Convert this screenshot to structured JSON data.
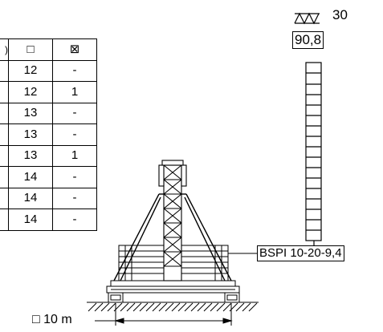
{
  "table": {
    "header": {
      "first": ")",
      "sections_icon": "□",
      "ballast_icon": "⊠"
    },
    "rows": [
      {
        "sections": "12",
        "ballast": "-"
      },
      {
        "sections": "12",
        "ballast": "1"
      },
      {
        "sections": "13",
        "ballast": "-"
      },
      {
        "sections": "13",
        "ballast": "-"
      },
      {
        "sections": "13",
        "ballast": "1"
      },
      {
        "sections": "14",
        "ballast": "-"
      },
      {
        "sections": "14",
        "ballast": "-"
      },
      {
        "sections": "14",
        "ballast": "-"
      }
    ]
  },
  "tower": {
    "jib_value": "30",
    "height": "90,8",
    "base_label": "BSPI 10-20-9,4",
    "dimension_label": "□ 10 m"
  },
  "icons": {
    "jib": "jib-truss-icon",
    "section": "square-icon",
    "ballast": "crossed-box-icon"
  }
}
